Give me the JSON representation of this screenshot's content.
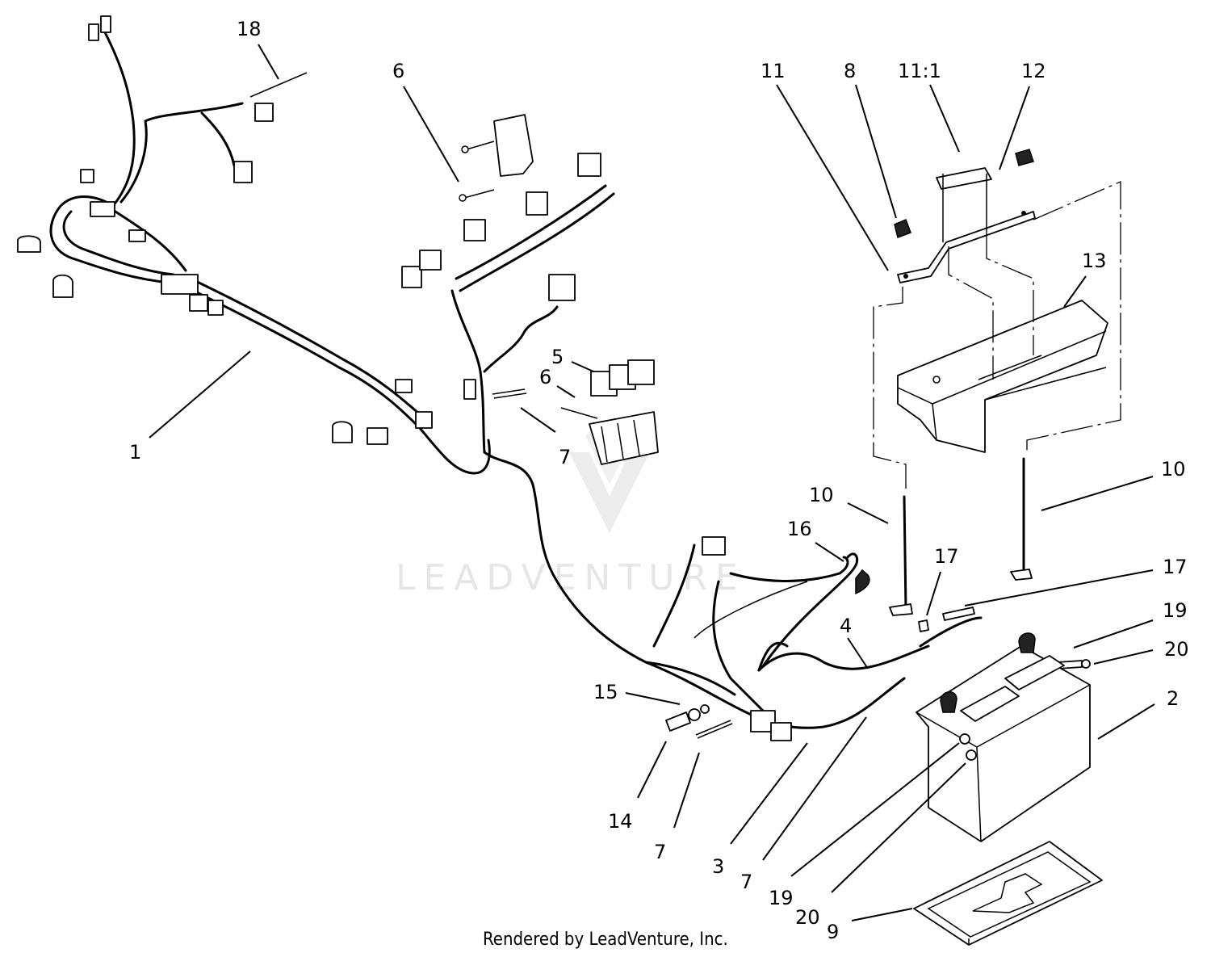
{
  "credit": "Rendered by LeadVenture, Inc.",
  "watermark": {
    "text": "LEADVENTURE",
    "color": "#e6e6e6"
  },
  "callouts": {
    "c1": "1",
    "c2": "2",
    "c3": "3",
    "c4": "4",
    "c5": "5",
    "c6a": "6",
    "c6b": "6",
    "c7a": "7",
    "c7b": "7",
    "c7c": "7",
    "c8": "8",
    "c9": "9",
    "c10a": "10",
    "c10b": "10",
    "c11": "11",
    "c11_1": "11:1",
    "c12": "12",
    "c13": "13",
    "c14": "14",
    "c15": "15",
    "c16": "16",
    "c17a": "17",
    "c17b": "17",
    "c18": "18",
    "c19a": "19",
    "c19b": "19",
    "c20a": "20",
    "c20b": "20"
  }
}
